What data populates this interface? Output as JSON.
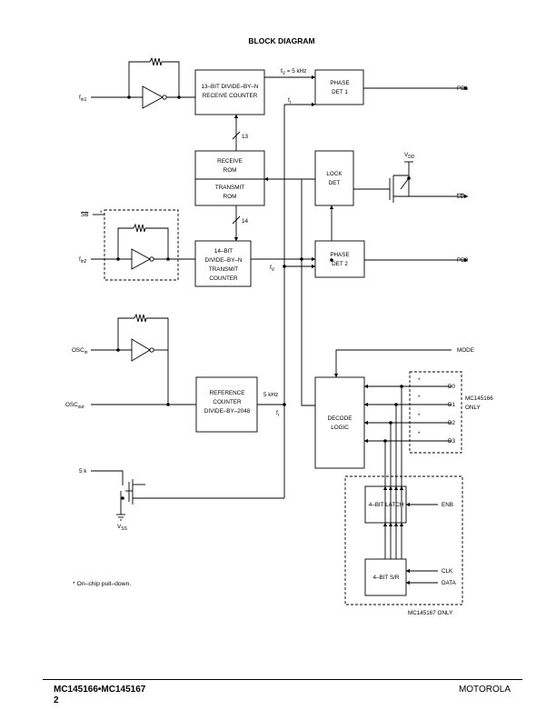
{
  "title": "BLOCK DIAGRAM",
  "inputs": {
    "fin1": {
      "main": "f",
      "sub": "in1"
    },
    "sb": "SB",
    "fin2": {
      "main": "f",
      "sub": "in2"
    },
    "osc_in": {
      "main": "OSC",
      "sub": "in"
    },
    "osc_out": {
      "main": "OSC",
      "sub": "out"
    },
    "five_k": "5 k",
    "vss": {
      "main": "V",
      "sub": "SS"
    },
    "vdd": {
      "main": "V",
      "sub": "DD"
    }
  },
  "blocks": {
    "receive_counter": [
      "13–BIT DIVIDE–BY–N",
      "RECEIVE COUNTER"
    ],
    "receive_rom": [
      "RECEIVE",
      "ROM"
    ],
    "transmit_rom": [
      "TRANSMIT",
      "ROM"
    ],
    "transmit_counter": [
      "14–BIT",
      "DIVIDE–BY–N",
      "TRANSMIT",
      "COUNTER"
    ],
    "reference_counter": [
      "REFERENCE",
      "COUNTER",
      "DIVIDE–BY–2048"
    ],
    "phase_det1": [
      "PHASE",
      "DET 1"
    ],
    "lock_det": [
      "LOCK",
      "DET"
    ],
    "phase_det2": [
      "PHASE",
      "DET 2"
    ],
    "decode_logic": [
      "DECODE",
      "LOGIC"
    ],
    "latch": "4–BIT LATCH",
    "shift_register": "4–BIT S/R"
  },
  "signals": {
    "fv_eq": {
      "main": "f",
      "sub": "V",
      "rest": " = 5 kHz"
    },
    "fr1": {
      "main": "f",
      "sub": "r"
    },
    "fv2": {
      "main": "f",
      "sub": "V"
    },
    "fr2": {
      "main": "f",
      "sub": "r"
    },
    "bus13": "13",
    "bus14": "14",
    "khz5": "5 kHz"
  },
  "outputs": {
    "pd1": "PD1",
    "ld": "LD",
    "pd2": "PD2",
    "mode": "MODE",
    "d0": "D0",
    "d1": "D1",
    "d2": "D2",
    "d3": "D3",
    "enb": "ENB",
    "clk": "CLK",
    "data": "DATA"
  },
  "notes": {
    "mc145166_only": [
      "MC145166",
      "ONLY"
    ],
    "mc145167_only": "MC145167 ONLY",
    "pulldown": "* On–chip pull–down.",
    "asterisk": "*"
  },
  "footer": {
    "part": "MC145166•MC145167",
    "page": "2",
    "brand": "MOTOROLA"
  }
}
